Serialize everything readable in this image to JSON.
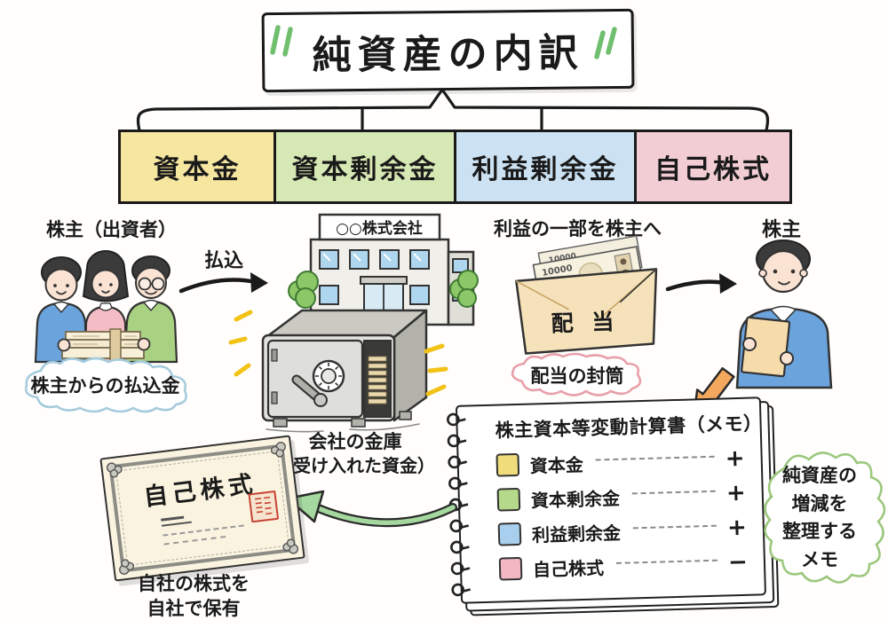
{
  "title": "純資産の内訳",
  "categories": [
    {
      "label": "資本金",
      "color": "#f6e7a0"
    },
    {
      "label": "資本剰余金",
      "color": "#d6e8b4"
    },
    {
      "label": "利益剰余金",
      "color": "#cce2f2"
    },
    {
      "label": "自己株式",
      "color": "#f2cdd3"
    }
  ],
  "left_flow": {
    "group_label": "株主（出資者）",
    "arrow_label": "払込",
    "bubble": "株主からの払込金",
    "building_sign": "○○株式会社",
    "safe_caption_1": "会社の金庫",
    "safe_caption_2": "（受け入れた資金）"
  },
  "right_flow": {
    "heading": "利益の一部を株主へ",
    "banknote_value": "10000",
    "envelope_label": "配 当",
    "bubble": "配当の封筒",
    "shareholder_label": "株主"
  },
  "notebook": {
    "title": "株主資本等変動計算書（メモ）",
    "items": [
      {
        "label": "資本金",
        "color": "#f0dc7a",
        "sign": "+"
      },
      {
        "label": "資本剰余金",
        "color": "#b5d98a",
        "sign": "+"
      },
      {
        "label": "利益剰余金",
        "color": "#a8d0ee",
        "sign": "+"
      },
      {
        "label": "自己株式",
        "color": "#f2b8c2",
        "sign": "−"
      }
    ],
    "bubble": "純資産の\n増減を\n整理する\nメモ"
  },
  "certificate": {
    "title": "自己株式",
    "caption": "自社の株式を\n自社で保有"
  },
  "icons": {
    "title_accents": "green-quote-marks",
    "bracket": "tree-bracket",
    "people": "three-shareholders",
    "building": "company-building",
    "safe": "open-money-safe",
    "sparkles": "yellow-emphasis-dashes",
    "envelope": "dividend-envelope-with-banknotes",
    "person": "shareholder-holding-envelope",
    "arrows": [
      "payment-arrow",
      "dividend-arrow",
      "orange-down-arrow",
      "green-return-arrow"
    ],
    "seal": "red-seal-stamp"
  },
  "colors": {
    "ink": "#1a1a1a",
    "accent_green": "#6fbf6f",
    "sparkle_yellow": "#f2c215",
    "blue_cloud_border": "#a6cbdd",
    "pink_cloud_border": "#e8a0aa",
    "green_cloud_border": "#9cc87e",
    "orange_arrow": "#f4a85e",
    "green_arrow": "#a5d89f",
    "sweater_blue": "#6ba3dc",
    "sweater_pink": "#f4bcc4",
    "sweater_green": "#a9d182",
    "envelope_cream": "#f6e2ba"
  }
}
